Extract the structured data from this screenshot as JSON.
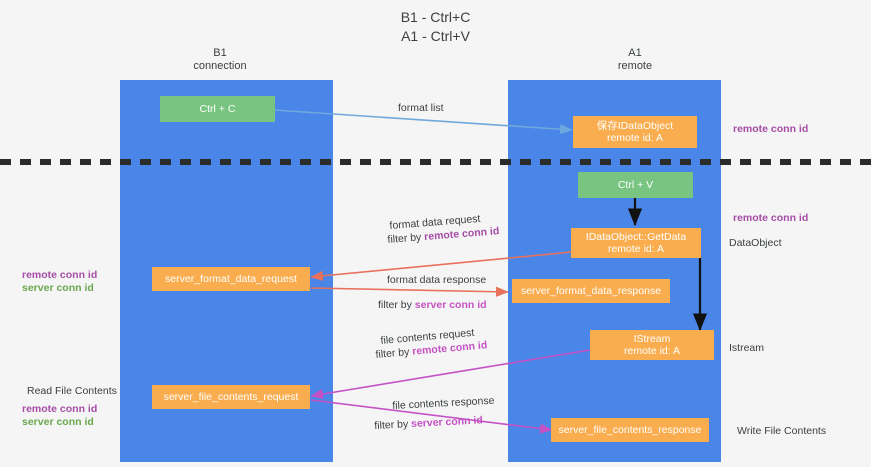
{
  "title": "B1 - Ctrl+C\nA1 - Ctrl+V",
  "columns": {
    "left": "B1\nconnection",
    "right": "A1\nremote"
  },
  "nodes": {
    "ctrl_c": "Ctrl + C",
    "ctrl_v": "Ctrl + V",
    "save_dataobject": "保存IDataObject\nremote id: A",
    "getdata": "IDataObject::GetData\nremote id: A",
    "istream": "IStream\nremote id: A",
    "server_format_data_request": "server_format_data_request",
    "server_format_data_response": "server_format_data_response",
    "server_file_contents_request": "server_file_contents_request",
    "server_file_contents_response": "server_file_contents_response"
  },
  "edges": {
    "format_list": "format list",
    "format_data_request": "format data request",
    "format_data_request_filter_prefix": "filter by ",
    "format_data_request_filter_key": "remote conn id",
    "format_data_response": "format data response",
    "format_data_response_filter_prefix": "filter by ",
    "format_data_response_filter_key": "server conn id",
    "file_contents_request": "file contents request",
    "file_contents_request_filter_prefix": "filter by ",
    "file_contents_request_filter_key": "remote conn id",
    "file_contents_response": "file contents response",
    "file_contents_response_filter_prefix": "filter by ",
    "file_contents_response_filter_key": "server conn id"
  },
  "annotations": {
    "right_remote_conn_id_top": "remote conn id",
    "right_remote_conn_id_mid": "remote conn id",
    "right_dataobject": "DataObject",
    "right_istream": "Istream",
    "right_write_file_contents": "Write File Contents",
    "left_remote_conn_id_mid": "remote conn id",
    "left_server_conn_id_mid": "server conn id",
    "left_read_file_contents": "Read File Contents",
    "left_remote_conn_id_bottom": "remote conn id",
    "left_server_conn_id_bottom": "server conn id"
  },
  "colors": {
    "lane": "#4a86e8",
    "node_green": "#78c480",
    "node_orange": "#f9ad4e",
    "purple": "#a64ca6",
    "green_text": "#6aa84f",
    "magenta": "#c552c5",
    "arrow_blue": "#6fa8dc",
    "arrow_red": "#e8715c",
    "arrow_black": "#000000",
    "divider": "#2b2b2b",
    "background": "#f5f5f5"
  }
}
